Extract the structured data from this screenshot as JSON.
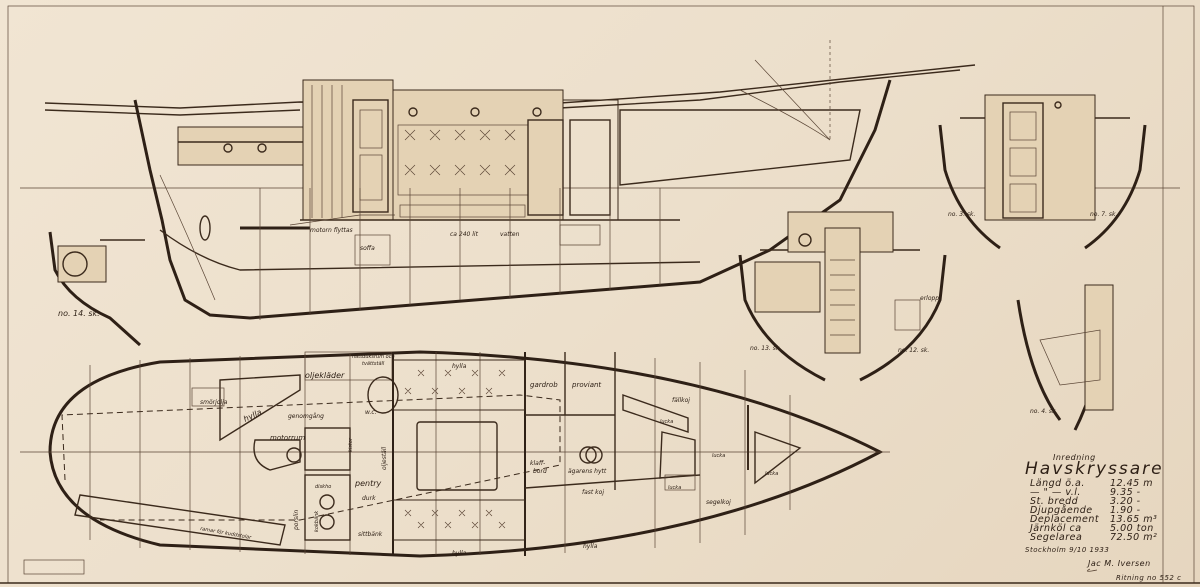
{
  "drawing": {
    "heading": "Inredning",
    "title": "Havskryssare",
    "specs": [
      {
        "label": "Längd ö.a.",
        "value": "12.45 m"
      },
      {
        "label": "— \" — v.l.",
        "value": "9.35 -"
      },
      {
        "label": "St. bredd",
        "value": "3.20 -"
      },
      {
        "label": "Djupgående",
        "value": "1.90 -"
      },
      {
        "label": "Deplacement",
        "value": "13.65 m³"
      },
      {
        "label": "Järnköl   ca",
        "value": "5.00 ton"
      },
      {
        "label": "Segelarea",
        "value": "72.50 m²"
      }
    ],
    "place_date": "Stockholm 9/10 1933",
    "signature": "Jac M. Iversen",
    "drawing_number": "Ritning no 552 c"
  },
  "section_labels": [
    "no. 14. sk.",
    "no. 13. sk.",
    "no. 12. sk.",
    "no. 3. sk.",
    "no. 7. sk.",
    "no. 4. sk."
  ],
  "profile_labels": [
    "motorn flyttas",
    "ca 240 lit",
    "vatten",
    "soffa"
  ],
  "plan_labels": {
    "olja": "smörjolja",
    "oljeklader": "oljekläder",
    "hylla_aft": "hylla",
    "gangway": "genomgång",
    "motorrum": "motorrum",
    "wc_top": "nattduksrum och",
    "wc_top2": "tvättställ",
    "wc": "w.c.",
    "hylla_top": "hylla",
    "hylla_bottom": "hylla",
    "hylla_fwd": "hylla",
    "gardrob": "gardrob",
    "proviant": "proviant",
    "pentry": "pentry",
    "diskho": "diskho",
    "kokbank": "kokbänk",
    "durk": "durk",
    "sittbank": "sittbänk",
    "porslin": "porslin",
    "klaffbord": "klaff-\nbord",
    "klaff": "klaff-",
    "bord": "bord",
    "agarens_hytt": "ägarens hytt",
    "fast_koj": "fast koj",
    "faltkoj": "fällkoj",
    "lucka1": "lucka",
    "lucka2": "lucka",
    "lucka3": "lucka",
    "lucka4": "lucka",
    "segelkoj": "segelkoj",
    "kistor": "kistor",
    "oljeställ": "oljeställ",
    "ramar": "ramar för kuddstolar",
    "erlopp": "erlopp"
  }
}
